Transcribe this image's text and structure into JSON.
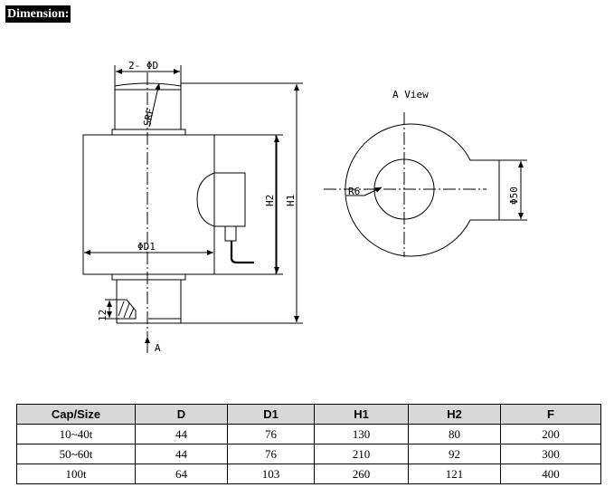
{
  "title": "Dimension:",
  "labels": {
    "dia_d": "2- ΦD",
    "sr_f": "SRF",
    "dia_d1": "ΦD1",
    "h1": "H1",
    "h2": "H2",
    "dim_12": "12",
    "arrow_a": "A",
    "a_view": "A View",
    "r6": "R6",
    "dia_50": "Φ50"
  },
  "table": {
    "headers": [
      "Cap/Size",
      "D",
      "D1",
      "H1",
      "H2",
      "F"
    ],
    "rows": [
      [
        "10~40t",
        "44",
        "76",
        "130",
        "80",
        "200"
      ],
      [
        "50~60t",
        "44",
        "76",
        "210",
        "92",
        "300"
      ],
      [
        "100t",
        "64",
        "103",
        "260",
        "121",
        "400"
      ]
    ]
  }
}
